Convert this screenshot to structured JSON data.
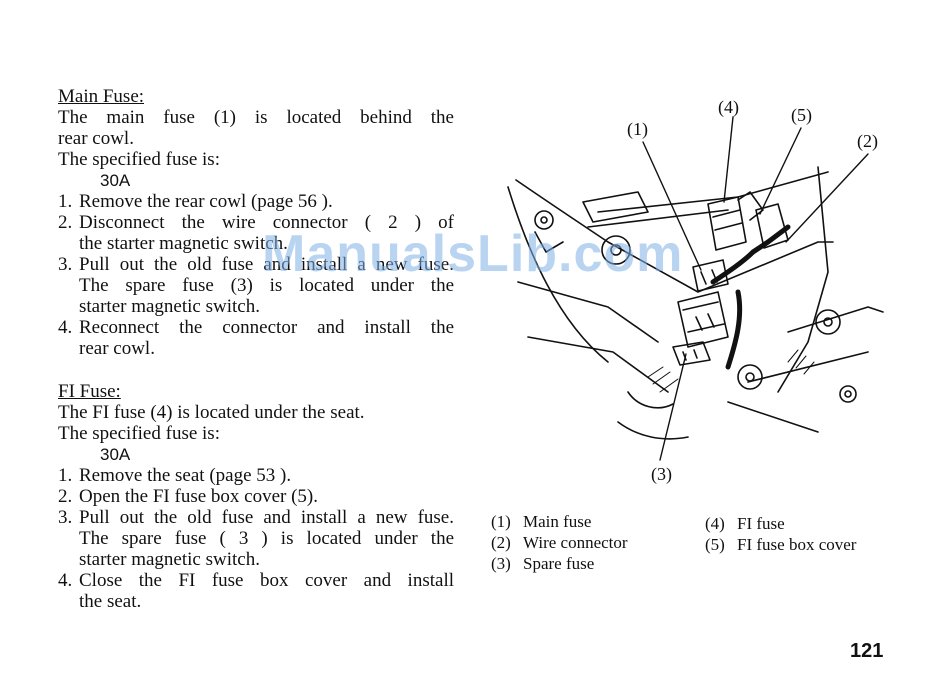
{
  "main": {
    "heading": "Main Fuse:",
    "intro_1": "The main fuse (1) is located behind the",
    "intro_2": "rear cowl.",
    "spec_label": "The specified fuse is:",
    "spec_value": "30A",
    "steps": [
      {
        "n": "1.",
        "line1": "Remove the rear cowl (page 56 ).",
        "line2": ""
      },
      {
        "n": "2.",
        "line1": "Disconnect the wire connector ( 2 ) of",
        "line2": "the starter magnetic switch."
      },
      {
        "n": "3.",
        "line1": "Pull out the old fuse and install a new fuse.",
        "line2": "The spare fuse (3) is located under the",
        "line3": "starter magnetic switch."
      },
      {
        "n": "4.",
        "line1": "Reconnect the connector and install the",
        "line2": "rear cowl."
      }
    ]
  },
  "fi": {
    "heading": "FI Fuse:",
    "intro": "The FI fuse (4) is located under the seat.",
    "spec_label": "The specified fuse is:",
    "spec_value": "30A",
    "steps": [
      {
        "n": "1.",
        "line1": "Remove the seat (page 53 )."
      },
      {
        "n": "2.",
        "line1": "Open the FI fuse box cover (5)."
      },
      {
        "n": "3.",
        "line1": "Pull out the old fuse and install a new fuse.",
        "line2": "The spare fuse ( 3 ) is located under the",
        "line3": "starter magnetic switch."
      },
      {
        "n": "4.",
        "line1": "Close the FI fuse box cover and install",
        "line2": "the seat."
      }
    ]
  },
  "figure": {
    "callouts": {
      "c1": "(1)",
      "c2": "(2)",
      "c3": "(3)",
      "c4": "(4)",
      "c5": "(5)"
    },
    "legend": [
      {
        "num": "(1)",
        "label": "Main fuse"
      },
      {
        "num": "(2)",
        "label": "Wire connector"
      },
      {
        "num": "(3)",
        "label": "Spare fuse"
      },
      {
        "num": "(4)",
        "label": "FI fuse"
      },
      {
        "num": "(5)",
        "label": "FI fuse box cover"
      }
    ]
  },
  "page_number": "121",
  "watermark": "ManualsLib.com"
}
